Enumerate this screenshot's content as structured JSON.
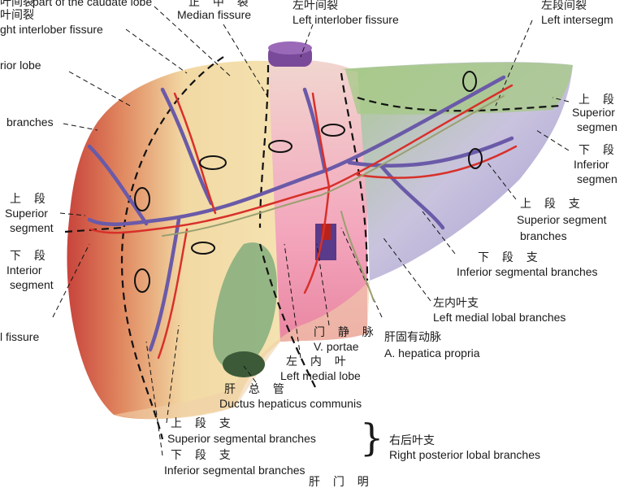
{
  "colors": {
    "right_lobe": "#d9554a",
    "right_lobe_light": "#f0c49a",
    "medial_lobe": "#f2a3b4",
    "left_lateral_superior": "#a8c98a",
    "left_lateral_inferior": "#b9b4dc",
    "portal_vein": "#6a5aa8",
    "hepatic_artery": "#d8302a",
    "bile_duct": "#9aa070",
    "gallbladder": "#7fae7a",
    "vena_cava": "#7a4a9a"
  },
  "labels": {
    "caudate": "part of the caudate lobe",
    "median_zh": "正 中 裂",
    "median_en": "Median fissure",
    "lif_zh": "左叶间裂",
    "lif_en": "Left interlober fissure",
    "lis_zh": "左段间裂",
    "lis_en": "Left intersegm",
    "rif_zh": "叶间裂",
    "rif_en": "ght interlober fissure",
    "rsup_lobe": "rior lobe",
    "branches": "branches",
    "l_sup_zh": "上 段",
    "l_sup_en1": "Superior",
    "l_sup_en2": "segment",
    "l_inf_zh": "下 段",
    "l_inf_en1": "Interior",
    "l_inf_en2": "segment",
    "l_fissure": "l fissure",
    "r_sup_zh": "上 段",
    "r_sup_en1": "Superior",
    "r_sup_en2": "segmen",
    "r_inf_zh": "下 段",
    "r_inf_en1": "Inferior",
    "r_inf_en2": "segmen",
    "sup_branch_zh": "上 段 支",
    "sup_branch_en1": "Superior segment",
    "sup_branch_en2": "branches",
    "inf_branch_zh": "下 段 支",
    "inf_branch_en": "Inferior segmental branches",
    "lml_branch_zh": "左内叶支",
    "lml_branch_en": "Left medial lobal branches",
    "portae_zh": "门 静 脉",
    "portae_en": "V. portae",
    "hep_zh": "肝固有动脉",
    "hep_en": "A. hepatica propria",
    "lml_zh": "左 内 叶",
    "lml_en": "Left medial lobe",
    "duct_zh": "肝 总 管",
    "duct_en": "Ductus hepaticus communis",
    "rp_sup_zh": "上 段 支",
    "rp_sup_en": "Superior segmental branches",
    "rp_inf_zh": "下 段 支",
    "rp_inf_en": "Inferior segmental branches",
    "rp_zh": "右后叶支",
    "rp_en": "Right posterior lobal branches",
    "bottom": "肝 门 明"
  }
}
